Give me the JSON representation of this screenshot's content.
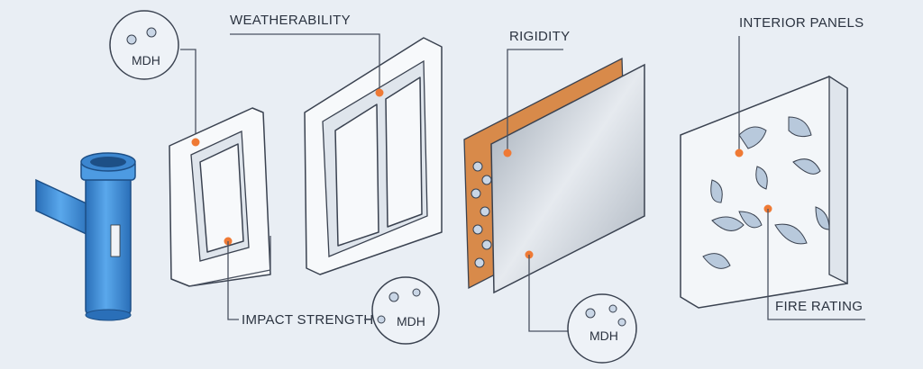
{
  "labels": {
    "weatherability": "WEATHERABILITY",
    "rigidity": "RIGIDITY",
    "interior_panels": "INTERIOR PANELS",
    "impact_strength": "IMPACT STRENGTH",
    "fire_rating": "FIRE RATING"
  },
  "callouts": [
    {
      "text": "MDH"
    },
    {
      "text": "MDH"
    },
    {
      "text": "MDH"
    }
  ],
  "colors": {
    "background": "#e9eef4",
    "accent_dot": "#ef7a35",
    "pipe": "#3d8fd8",
    "panel_back": "#d88a4a"
  }
}
